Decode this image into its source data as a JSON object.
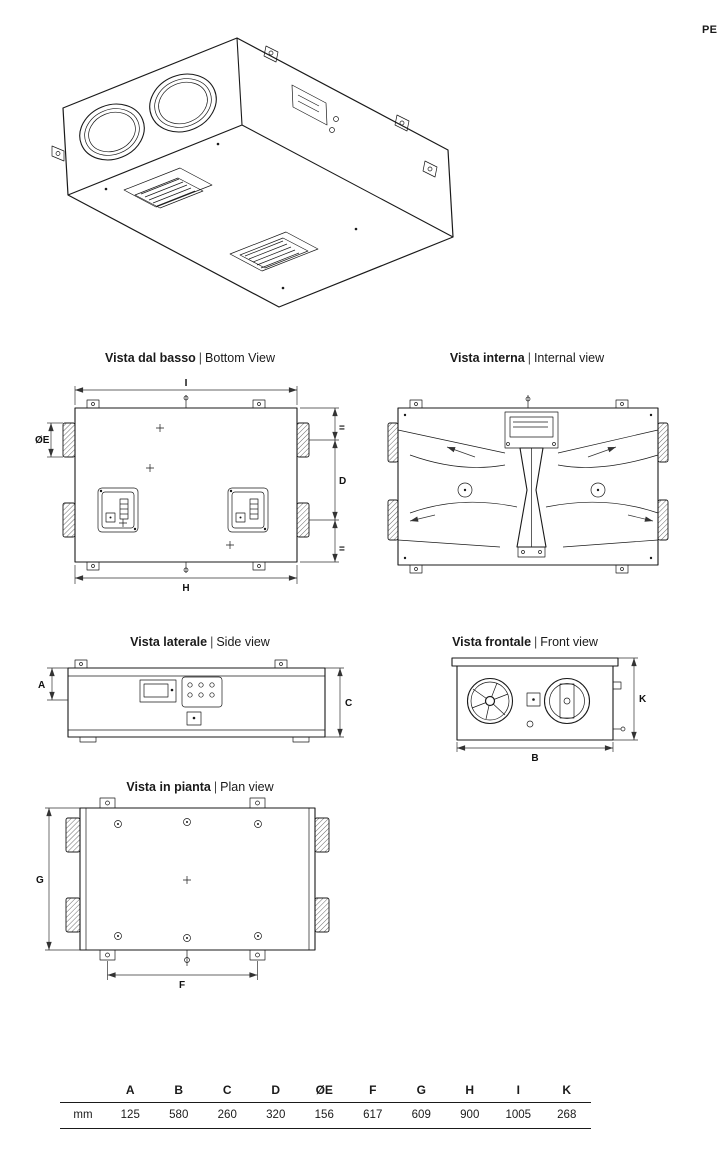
{
  "page": {
    "corner_label": "PE",
    "separator": "|"
  },
  "sections": {
    "bottom": {
      "it": "Vista dal basso",
      "en": "Bottom View"
    },
    "internal": {
      "it": "Vista interna",
      "en": "Internal view"
    },
    "side": {
      "it": "Vista laterale",
      "en": "Side view"
    },
    "front": {
      "it": "Vista frontale",
      "en": "Front view"
    },
    "plan": {
      "it": "Vista in pianta",
      "en": "Plan view"
    }
  },
  "dims": {
    "I": "I",
    "H": "H",
    "D": "D",
    "OE": "ØE",
    "A": "A",
    "C": "C",
    "B": "B",
    "K": "K",
    "G": "G",
    "F": "F",
    "equals": "="
  },
  "table": {
    "unit": "mm",
    "headers": [
      "A",
      "B",
      "C",
      "D",
      "ØE",
      "F",
      "G",
      "H",
      "I",
      "K"
    ],
    "values": [
      "125",
      "580",
      "260",
      "320",
      "156",
      "617",
      "609",
      "900",
      "1005",
      "268"
    ]
  }
}
